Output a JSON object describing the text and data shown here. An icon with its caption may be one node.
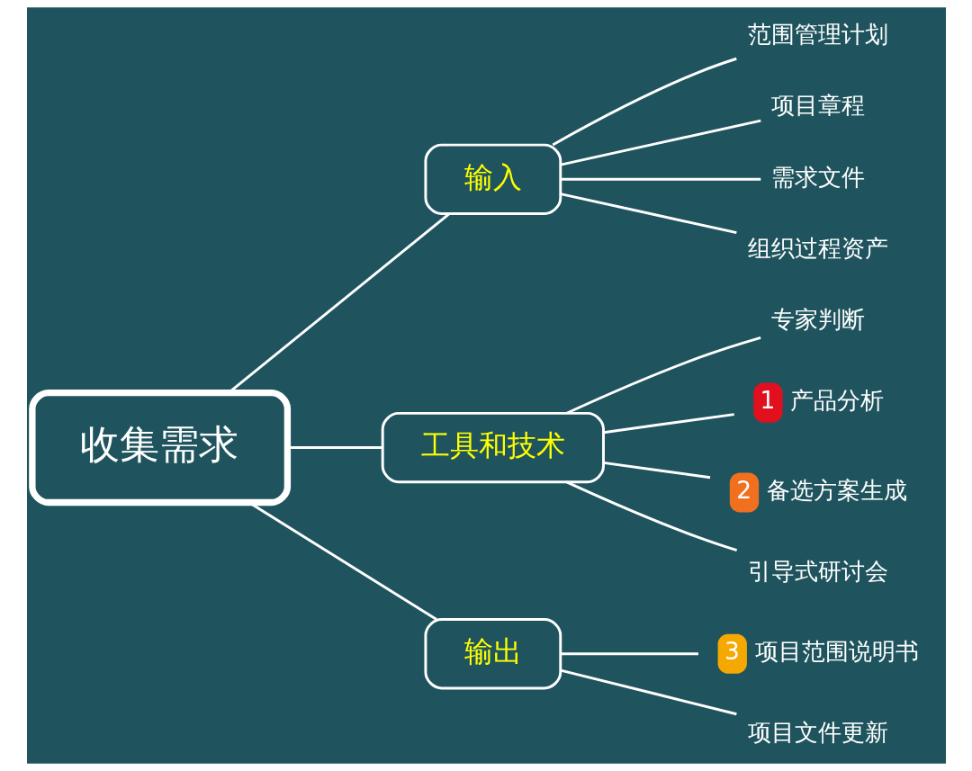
{
  "diagram": {
    "nodes": [
      {
        "text": [
          "收集需求"
        ]
      },
      {
        "text": [
          "输入"
        ]
      },
      {
        "text": [
          "范围管理计划"
        ]
      },
      {
        "text": [
          "项目章程"
        ]
      },
      {
        "text": [
          "需求文件"
        ]
      },
      {
        "text": [
          "组织过程资产"
        ]
      },
      {
        "text": [
          "工具和技术"
        ]
      },
      {
        "text": [
          "专家判断"
        ]
      },
      {
        "text": [
          "1",
          "产品分析"
        ]
      },
      {
        "text": [
          "2",
          "备选方案生成"
        ]
      },
      {
        "text": [
          "引导式研讨会"
        ]
      },
      {
        "text": [
          "输出"
        ]
      },
      {
        "text": [
          "3",
          "项目范围说明书"
        ]
      },
      {
        "text": [
          "项目文件更新"
        ]
      }
    ],
    "edges": [
      {
        "from": 0,
        "to": 1,
        "arrow": "none"
      },
      {
        "from": 0,
        "to": 6,
        "arrow": "none"
      },
      {
        "from": 0,
        "to": 11,
        "arrow": "none"
      },
      {
        "from": 1,
        "to": 2,
        "arrow": "none"
      },
      {
        "from": 1,
        "to": 3,
        "arrow": "none"
      },
      {
        "from": 1,
        "to": 4,
        "arrow": "none"
      },
      {
        "from": 1,
        "to": 5,
        "arrow": "none"
      },
      {
        "from": 6,
        "to": 7,
        "arrow": "none"
      },
      {
        "from": 6,
        "to": 8,
        "arrow": "none"
      },
      {
        "from": 6,
        "to": 9,
        "arrow": "none"
      },
      {
        "from": 6,
        "to": 10,
        "arrow": "none"
      },
      {
        "from": 11,
        "to": 12,
        "arrow": "none"
      },
      {
        "from": 11,
        "to": 13,
        "arrow": "none"
      }
    ]
  }
}
